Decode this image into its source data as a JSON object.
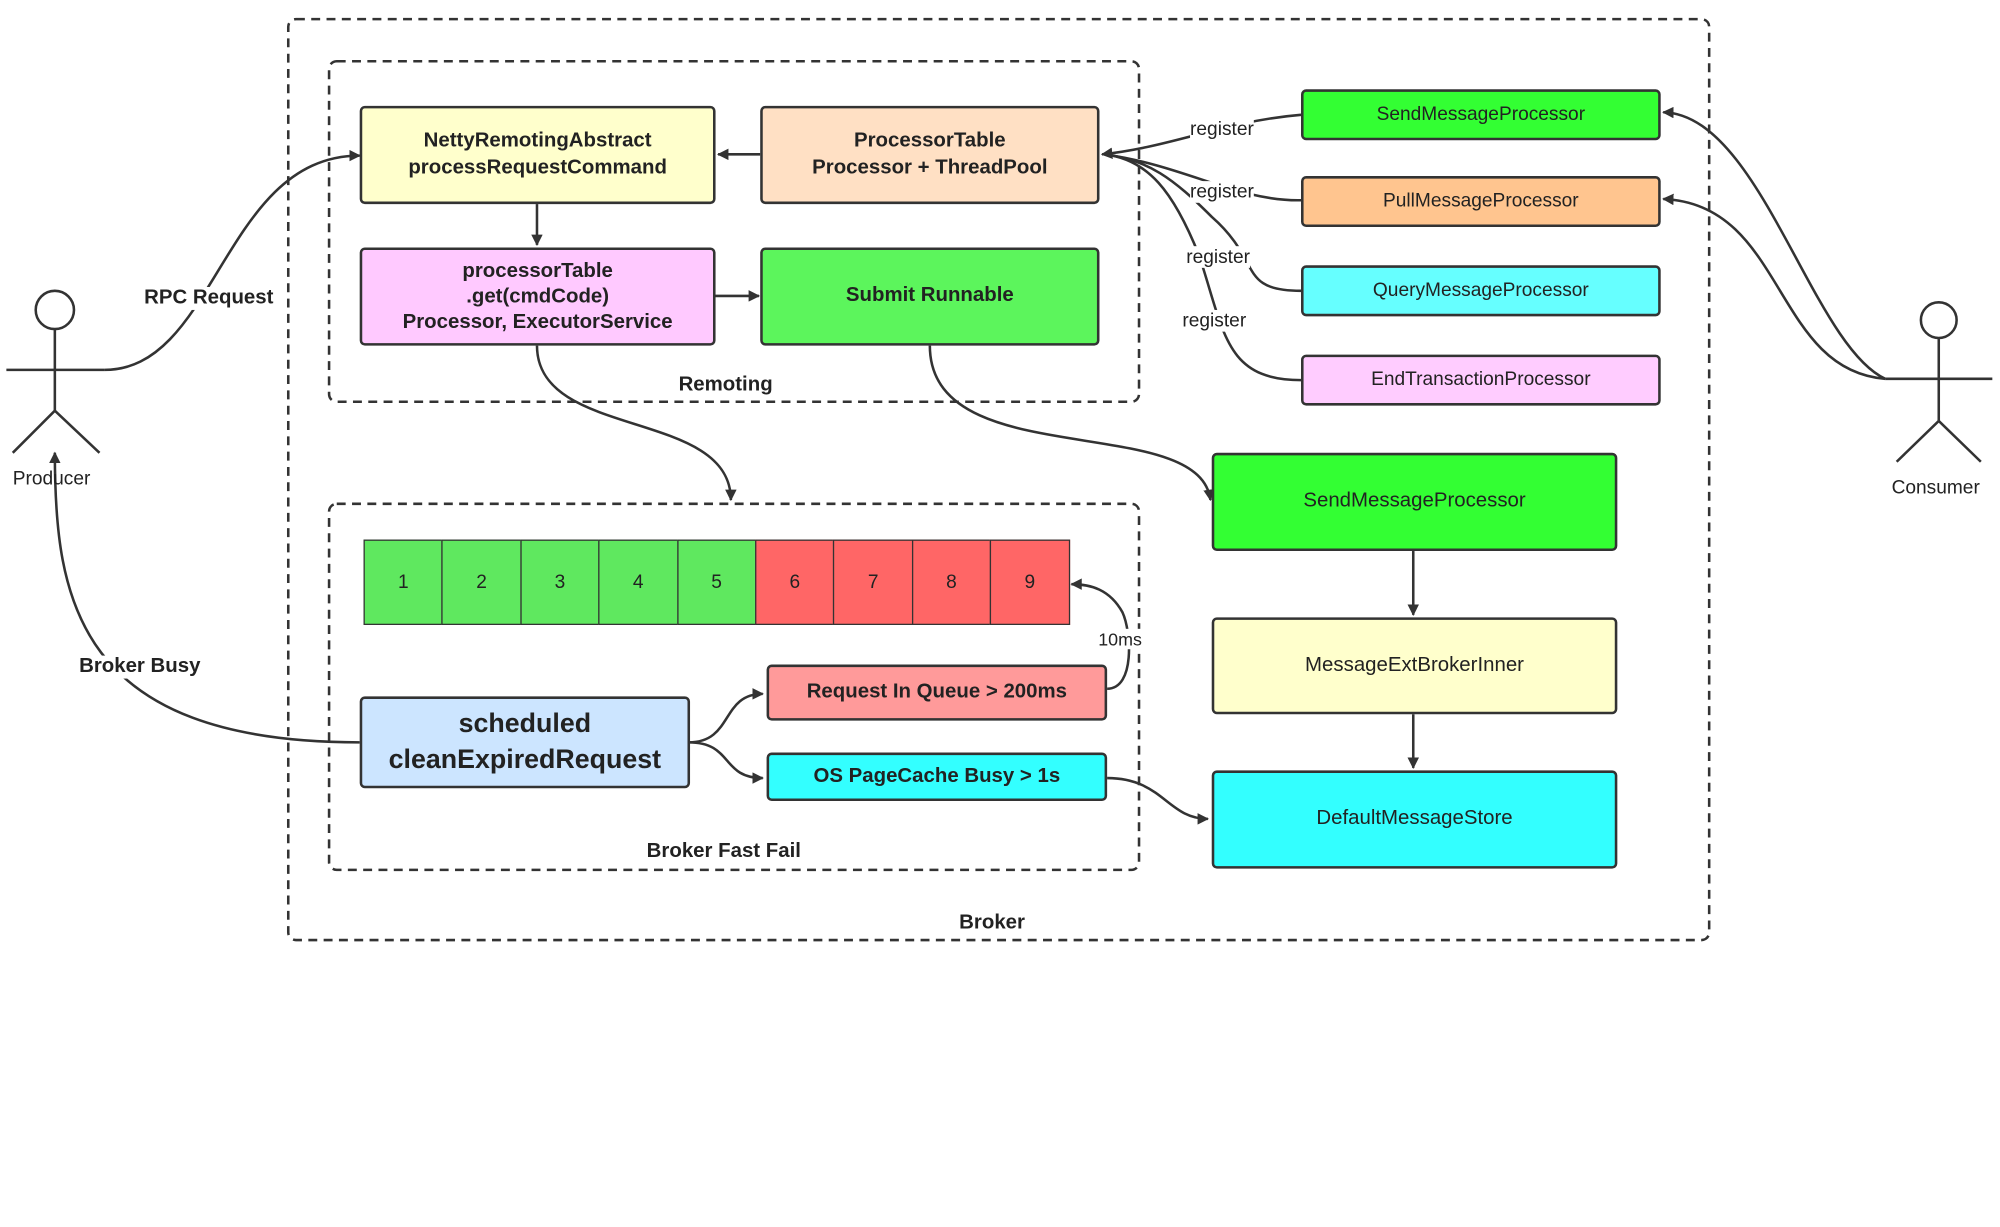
{
  "containers": {
    "broker": "Broker",
    "remoting": "Remoting",
    "fast_fail": "Broker Fast Fail"
  },
  "actors": {
    "producer": "Producer",
    "consumer": "Consumer"
  },
  "boxes": {
    "netty": "NettyRemotingAbstract\nprocessRequestCommand",
    "processor_table": "ProcessorTable\nProcessor + ThreadPool",
    "get_cmd": "processorTable\n.get(cmdCode)\nProcessor, ExecutorService",
    "submit": "Submit Runnable",
    "scheduled": "scheduled\ncleanExpiredRequest",
    "request_queue": "Request In Queue > 200ms",
    "pagecache": "OS PageCache Busy > 1s",
    "send_proc_main": "SendMessageProcessor",
    "msg_ext": "MessageExtBrokerInner",
    "store": "DefaultMessageStore"
  },
  "registry": [
    "SendMessageProcessor",
    "PullMessageProcessor",
    "QueryMessageProcessor",
    "EndTransactionProcessor"
  ],
  "edge_labels": {
    "rpc_request": "RPC Request",
    "broker_busy": "Broker Busy",
    "register": [
      "register",
      "register",
      "register",
      "register"
    ],
    "ten_ms": "10ms"
  },
  "queue": [
    "1",
    "2",
    "3",
    "4",
    "5",
    "6",
    "7",
    "8",
    "9"
  ],
  "colors": {
    "yellow": "#ffffcc",
    "peach": "#ffe0c4",
    "pink": "#ffc9ff",
    "green": "#5cf55c",
    "bright_green": "#33ff33",
    "orange": "#ffc58f",
    "cyan": "#66ffff",
    "store_cyan": "#33ffff",
    "light_pink": "#ffccff",
    "blue": "#cce5ff",
    "salmon": "#ff9a9a",
    "red": "#ff6666",
    "aqua": "#33ffff",
    "queue_green": "#5fe85f"
  }
}
